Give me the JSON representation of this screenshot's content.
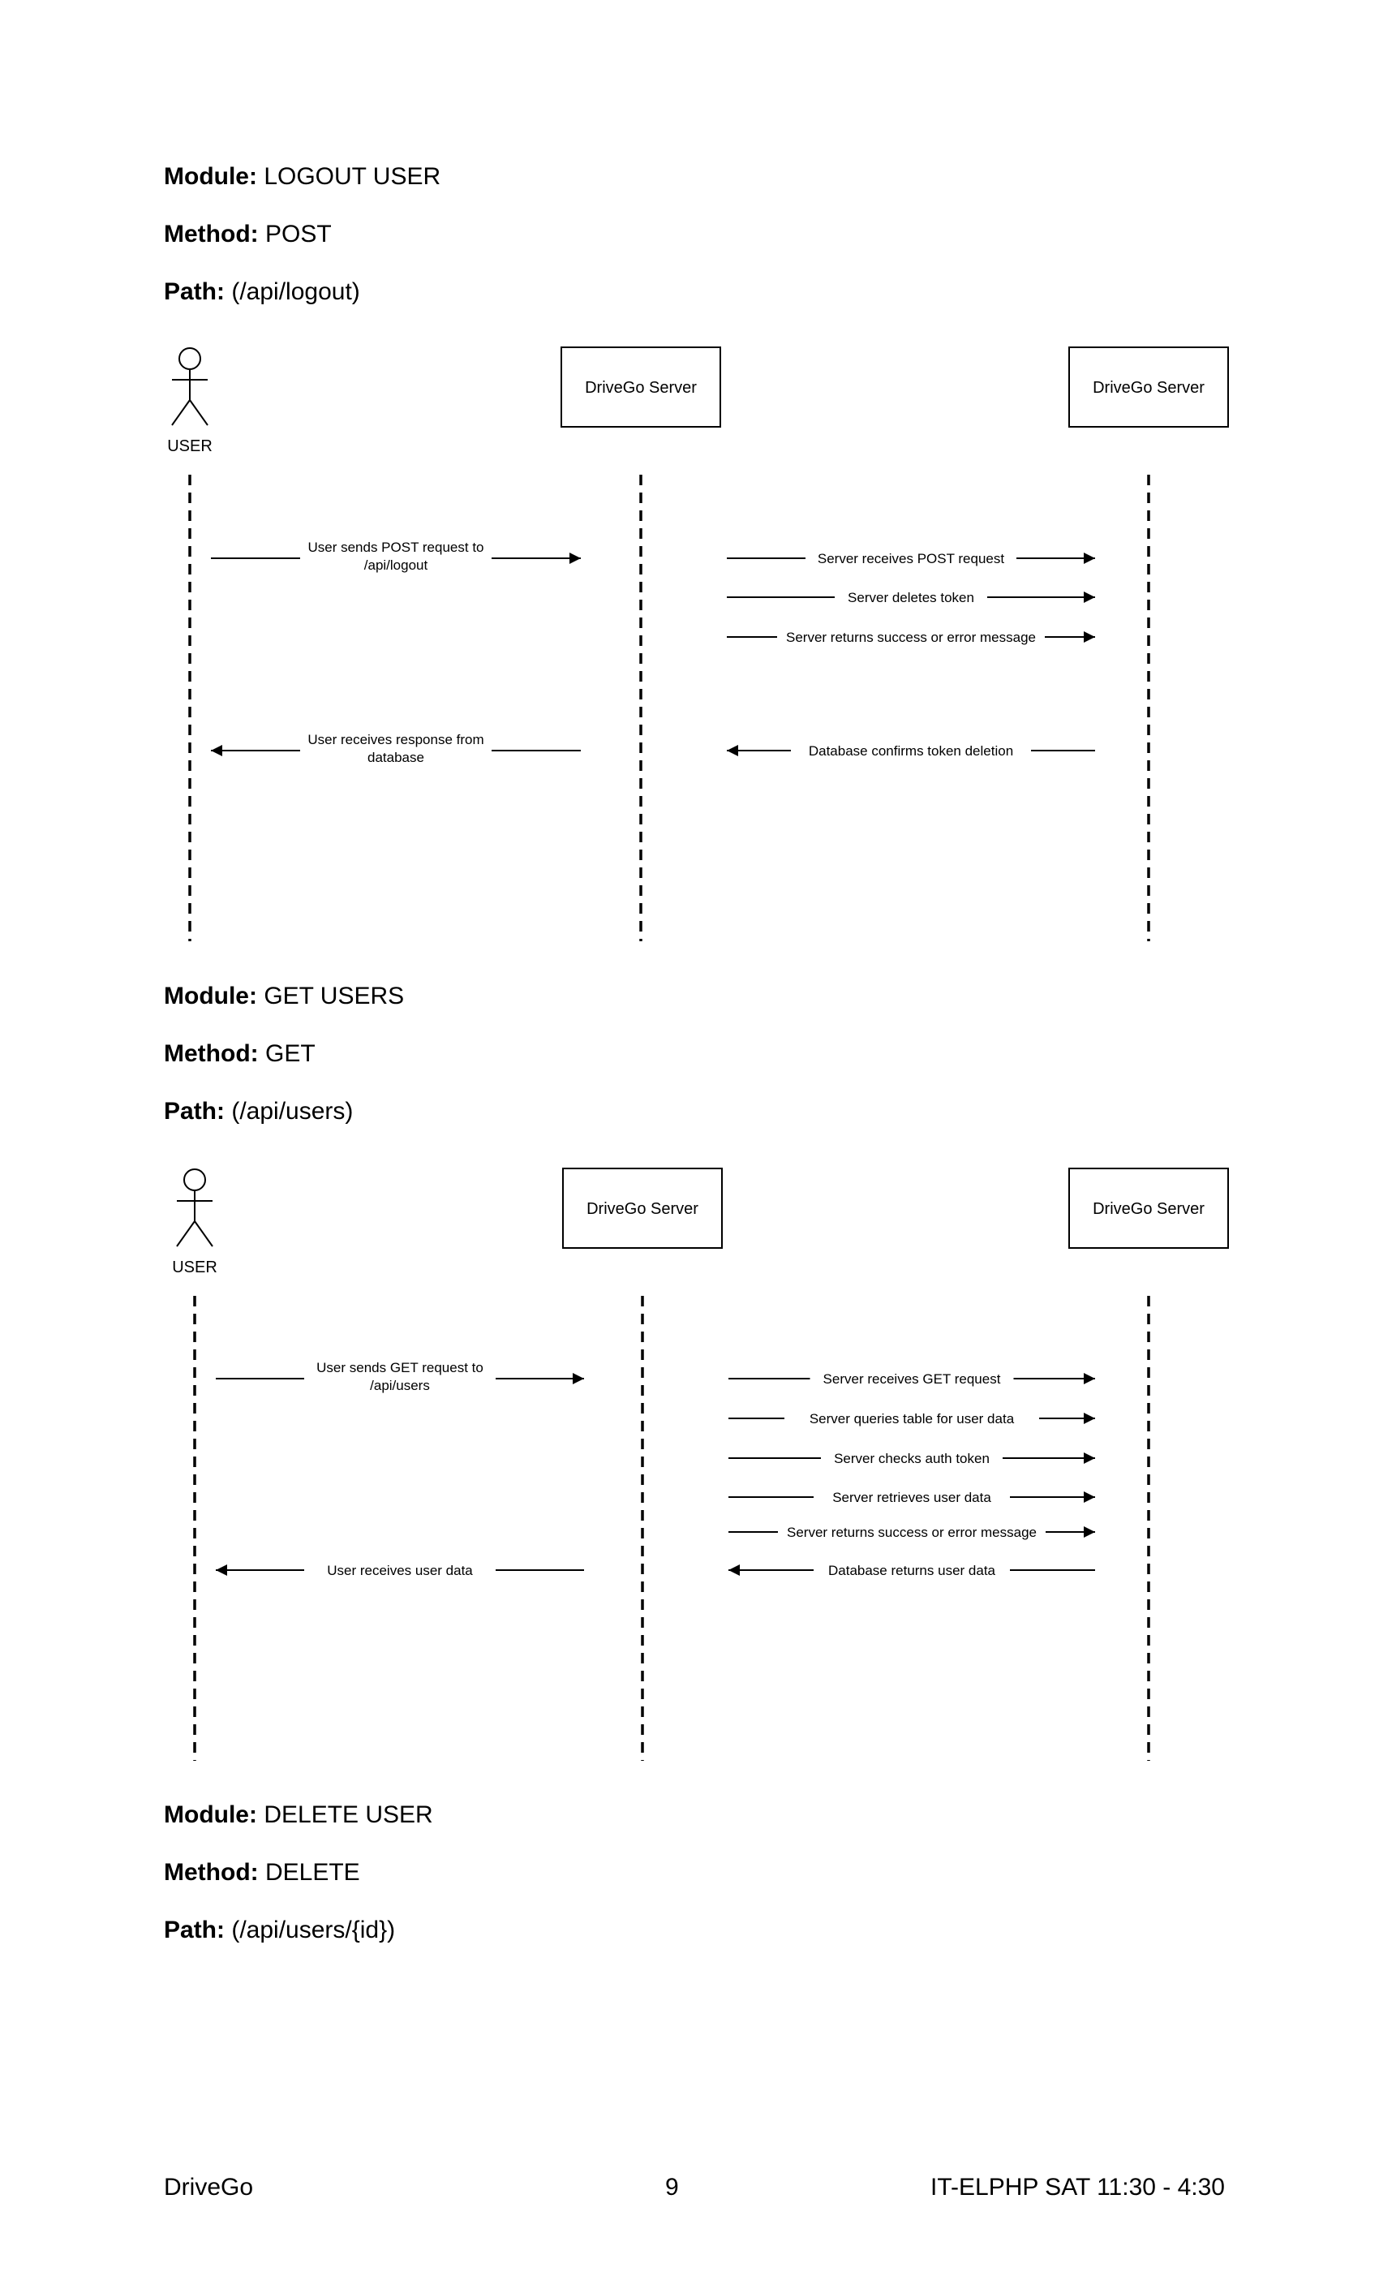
{
  "sections": [
    {
      "module_label": "Module:",
      "module": "LOGOUT USER",
      "method_label": "Method:",
      "method": "POST",
      "path_label": "Path:",
      "path": "(/api/logout)",
      "diagram": {
        "actor": "USER",
        "server_a": "DriveGo Server",
        "server_b": "DriveGo Server",
        "left_messages": [
          {
            "label": [
              "User sends POST request to",
              "/api/logout"
            ],
            "direction": "right"
          },
          {
            "label": [
              "User receives response from",
              "database"
            ],
            "direction": "left"
          }
        ],
        "right_messages": [
          {
            "label": "Server receives POST request",
            "direction": "right"
          },
          {
            "label": "Server deletes token",
            "direction": "right"
          },
          {
            "label": "Server returns success or error message",
            "direction": "right"
          },
          {
            "label": "Database confirms token deletion",
            "direction": "left"
          }
        ]
      }
    },
    {
      "module_label": "Module:",
      "module": "GET USERS",
      "method_label": "Method:",
      "method": "GET",
      "path_label": "Path:",
      "path": "(/api/users)",
      "diagram": {
        "actor": "USER",
        "server_a": "DriveGo Server",
        "server_b": "DriveGo Server",
        "left_messages": [
          {
            "label": [
              "User sends GET request to",
              "/api/users"
            ],
            "direction": "right"
          },
          {
            "label": [
              "User receives user data"
            ],
            "direction": "left"
          }
        ],
        "right_messages": [
          {
            "label": "Server receives GET request",
            "direction": "right"
          },
          {
            "label": "Server queries table for user data",
            "direction": "right"
          },
          {
            "label": "Server checks auth token",
            "direction": "right"
          },
          {
            "label": "Server retrieves user data",
            "direction": "right"
          },
          {
            "label": "Server returns success or error message",
            "direction": "right"
          },
          {
            "label": "Database returns user data",
            "direction": "left"
          }
        ]
      }
    },
    {
      "module_label": "Module:",
      "module": "DELETE USER",
      "method_label": "Method:",
      "method": "DELETE",
      "path_label": "Path:",
      "path": "(/api/users/{id})"
    }
  ],
  "footer": {
    "left": "DriveGo",
    "center": "9",
    "right": "IT-ELPHP SAT 11:30 - 4:30"
  }
}
